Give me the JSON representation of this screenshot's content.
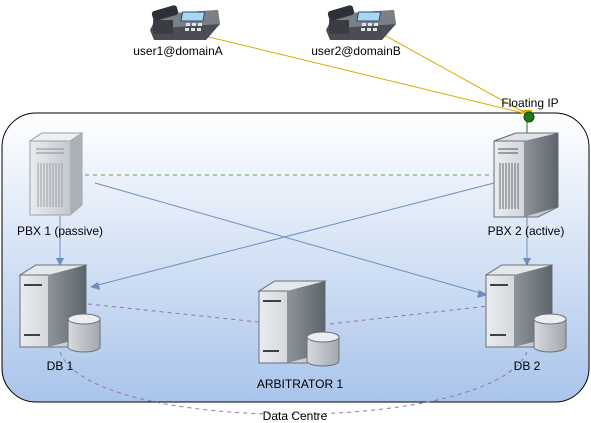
{
  "phones": [
    {
      "id": "phone-user1",
      "label": "user1@domainA"
    },
    {
      "id": "phone-user2",
      "label": "user2@domainB"
    }
  ],
  "floating_ip": {
    "label": "Floating IP",
    "dot_color": "#1a7a1a"
  },
  "data_centre": {
    "label": "Data Centre",
    "gradient_top": "#ffffff",
    "gradient_bottom": "#a9c4eb",
    "border_color": "#000000"
  },
  "servers": {
    "pbx1": {
      "label": "PBX 1 (passive)"
    },
    "pbx2": {
      "label": "PBX 2 (active)"
    },
    "db1": {
      "label": "DB 1"
    },
    "db2": {
      "label": "DB 2"
    },
    "arbitrator": {
      "label": "ARBITRATOR 1"
    }
  },
  "colors": {
    "phone_link": "#e0a800",
    "pbx_heartbeat": "#82b366",
    "db_link": "#6c8ebf",
    "replication": "#9673a6"
  }
}
